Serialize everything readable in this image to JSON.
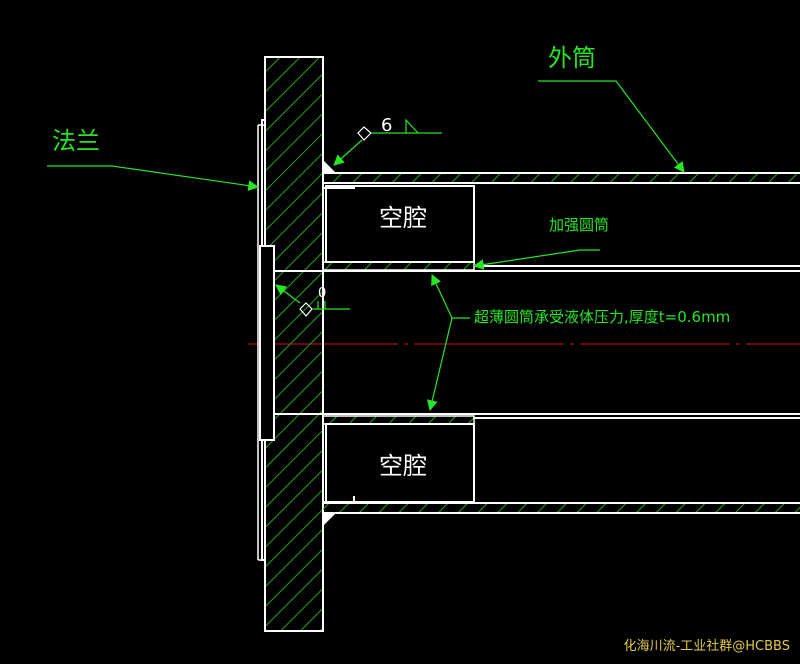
{
  "labels": {
    "outer_tube": "外筒",
    "flange": "法兰",
    "weld_size": "6",
    "weld_zero": "0",
    "cavity_top": "空腔",
    "cavity_bottom": "空腔",
    "reinforce_tube": "加强圆筒",
    "thin_tube_note": "超薄圆筒承受液体压力,厚度t=0.6mm"
  },
  "watermark": "化海川流-工业社群@HCBBS",
  "colors": {
    "background": "#000000",
    "outline": "#ffffff",
    "hatch": "#1fa51f",
    "leader": "#27e527",
    "centerline": "#d01010",
    "watermark": "#e2c94a"
  }
}
